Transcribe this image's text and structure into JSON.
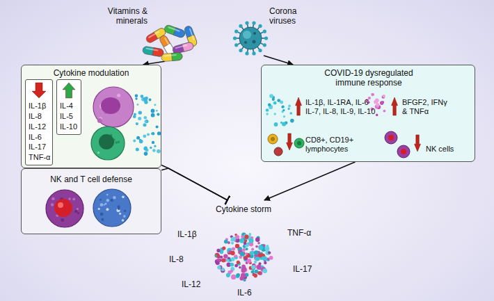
{
  "diagram": {
    "nodes": [
      {
        "text": [
          "Vitamins & minerals"
        ]
      },
      {
        "text": [
          "Corona viruses"
        ]
      },
      {
        "text": [
          "Cytokine modulation"
        ]
      },
      {
        "text": [
          "IL-1β IL-8 IL-12 IL-6 IL-17 TNF-α"
        ],
        "in": 2
      },
      {
        "text": [
          "IL-4 IL-5 IL-10"
        ],
        "in": 2
      },
      {
        "text": [
          "NK and T cell defense"
        ]
      },
      {
        "text": [
          "COVID-19 dysregulated immune response",
          "IL-1β, IL-1RA, IL-6 IL-7, IL-8, IL-9, IL-10",
          "BFGF2, IFNγ & TNFα",
          "CD8+, CD19+ lymphocytes",
          "NK cells"
        ]
      },
      {
        "text": [
          "Cytokine storm",
          "IL-1β",
          "TNF-α",
          "IL-8",
          "IL-17",
          "IL-12",
          "IL-6"
        ]
      }
    ],
    "edges": [
      {
        "from": 0,
        "to": 2,
        "arrow": "to"
      },
      {
        "from": 1,
        "to": 6,
        "arrow": "to"
      },
      {
        "from": 2,
        "to": 7,
        "arrow": "to"
      },
      {
        "from": 5,
        "to": 7,
        "arrow": "to"
      },
      {
        "from": 6,
        "to": 7,
        "arrow": "to"
      }
    ]
  }
}
